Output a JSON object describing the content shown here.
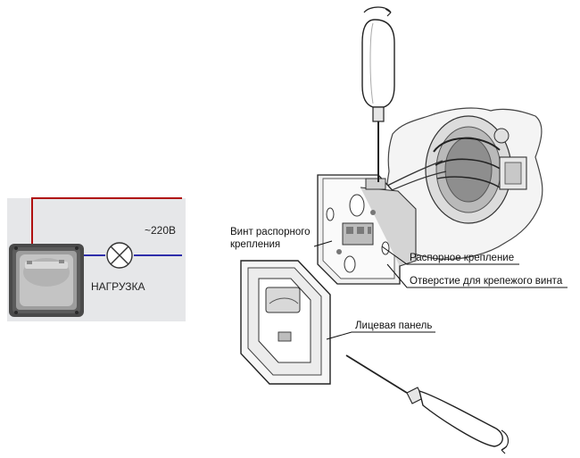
{
  "wiring": {
    "voltage_label": "~220В",
    "load_label": "НАГРУЗКА",
    "colors": {
      "phase_wire": "#b01010",
      "neutral_wire": "#1414a0",
      "panel_bg": "#e6e7e9",
      "sensor_body": "#4a4a4a"
    }
  },
  "callouts": {
    "spacer_screw_line1": "Винт распорного",
    "spacer_screw_line2": "крепления",
    "spacer_mount": "Распорное крепление",
    "mounting_hole": "Отверстие для крепежого винта",
    "front_panel": "Лицевая панель"
  },
  "icons": {
    "top_screwdriver": "screwdriver-icon",
    "bottom_screwdriver": "screwdriver-icon",
    "lamp": "lamp-icon",
    "rotation_arrow": "rotation-arrow-icon"
  }
}
